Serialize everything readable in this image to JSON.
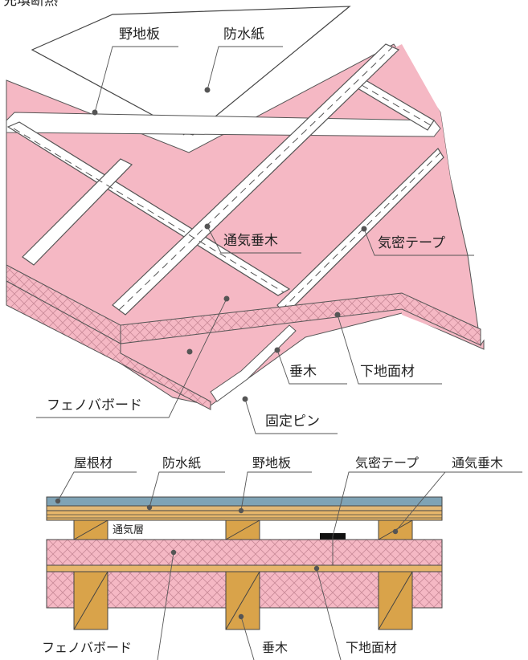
{
  "top_diagram": {
    "header_fragment": "充填断熱",
    "labels": {
      "nojiita": "野地板",
      "bousuishi": "防水紙",
      "tsuki_taruki": "通気垂木",
      "kimitsu_tape": "気密テープ",
      "taruki": "垂木",
      "shitaji_menzai": "下地面材",
      "phenol_board": "フェノバボード",
      "kotei_pin": "固定ピン"
    }
  },
  "section_diagram": {
    "labels": {
      "yanezai": "屋根材",
      "bousuishi": "防水紙",
      "nojiita": "野地板",
      "kimitsu_tape": "気密テープ",
      "tsuki_taruki": "通気垂木",
      "tsukisou": "通気層",
      "phenol_board": "フェノバボード",
      "taruki": "垂木",
      "shitaji_menzai": "下地面材"
    }
  },
  "colors": {
    "insulation_pink": "#f5b8c4",
    "roofing_blue": "#7fa3b5",
    "wood": "#d9a34a",
    "outline": "#444444"
  }
}
